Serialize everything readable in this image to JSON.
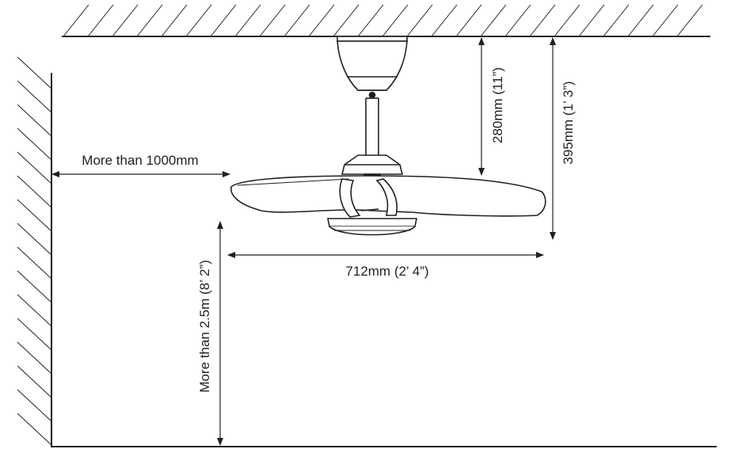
{
  "labels": {
    "wall_clearance": "More than 1000mm",
    "downrod_height": "280mm (11”)",
    "total_height": "395mm (1’ 3”)",
    "blade_span": "712mm (2’ 4”)",
    "floor_clearance": "More than 2.5m (8’ 2”)"
  },
  "colors": {
    "line": "#231f20",
    "background": "#ffffff"
  }
}
